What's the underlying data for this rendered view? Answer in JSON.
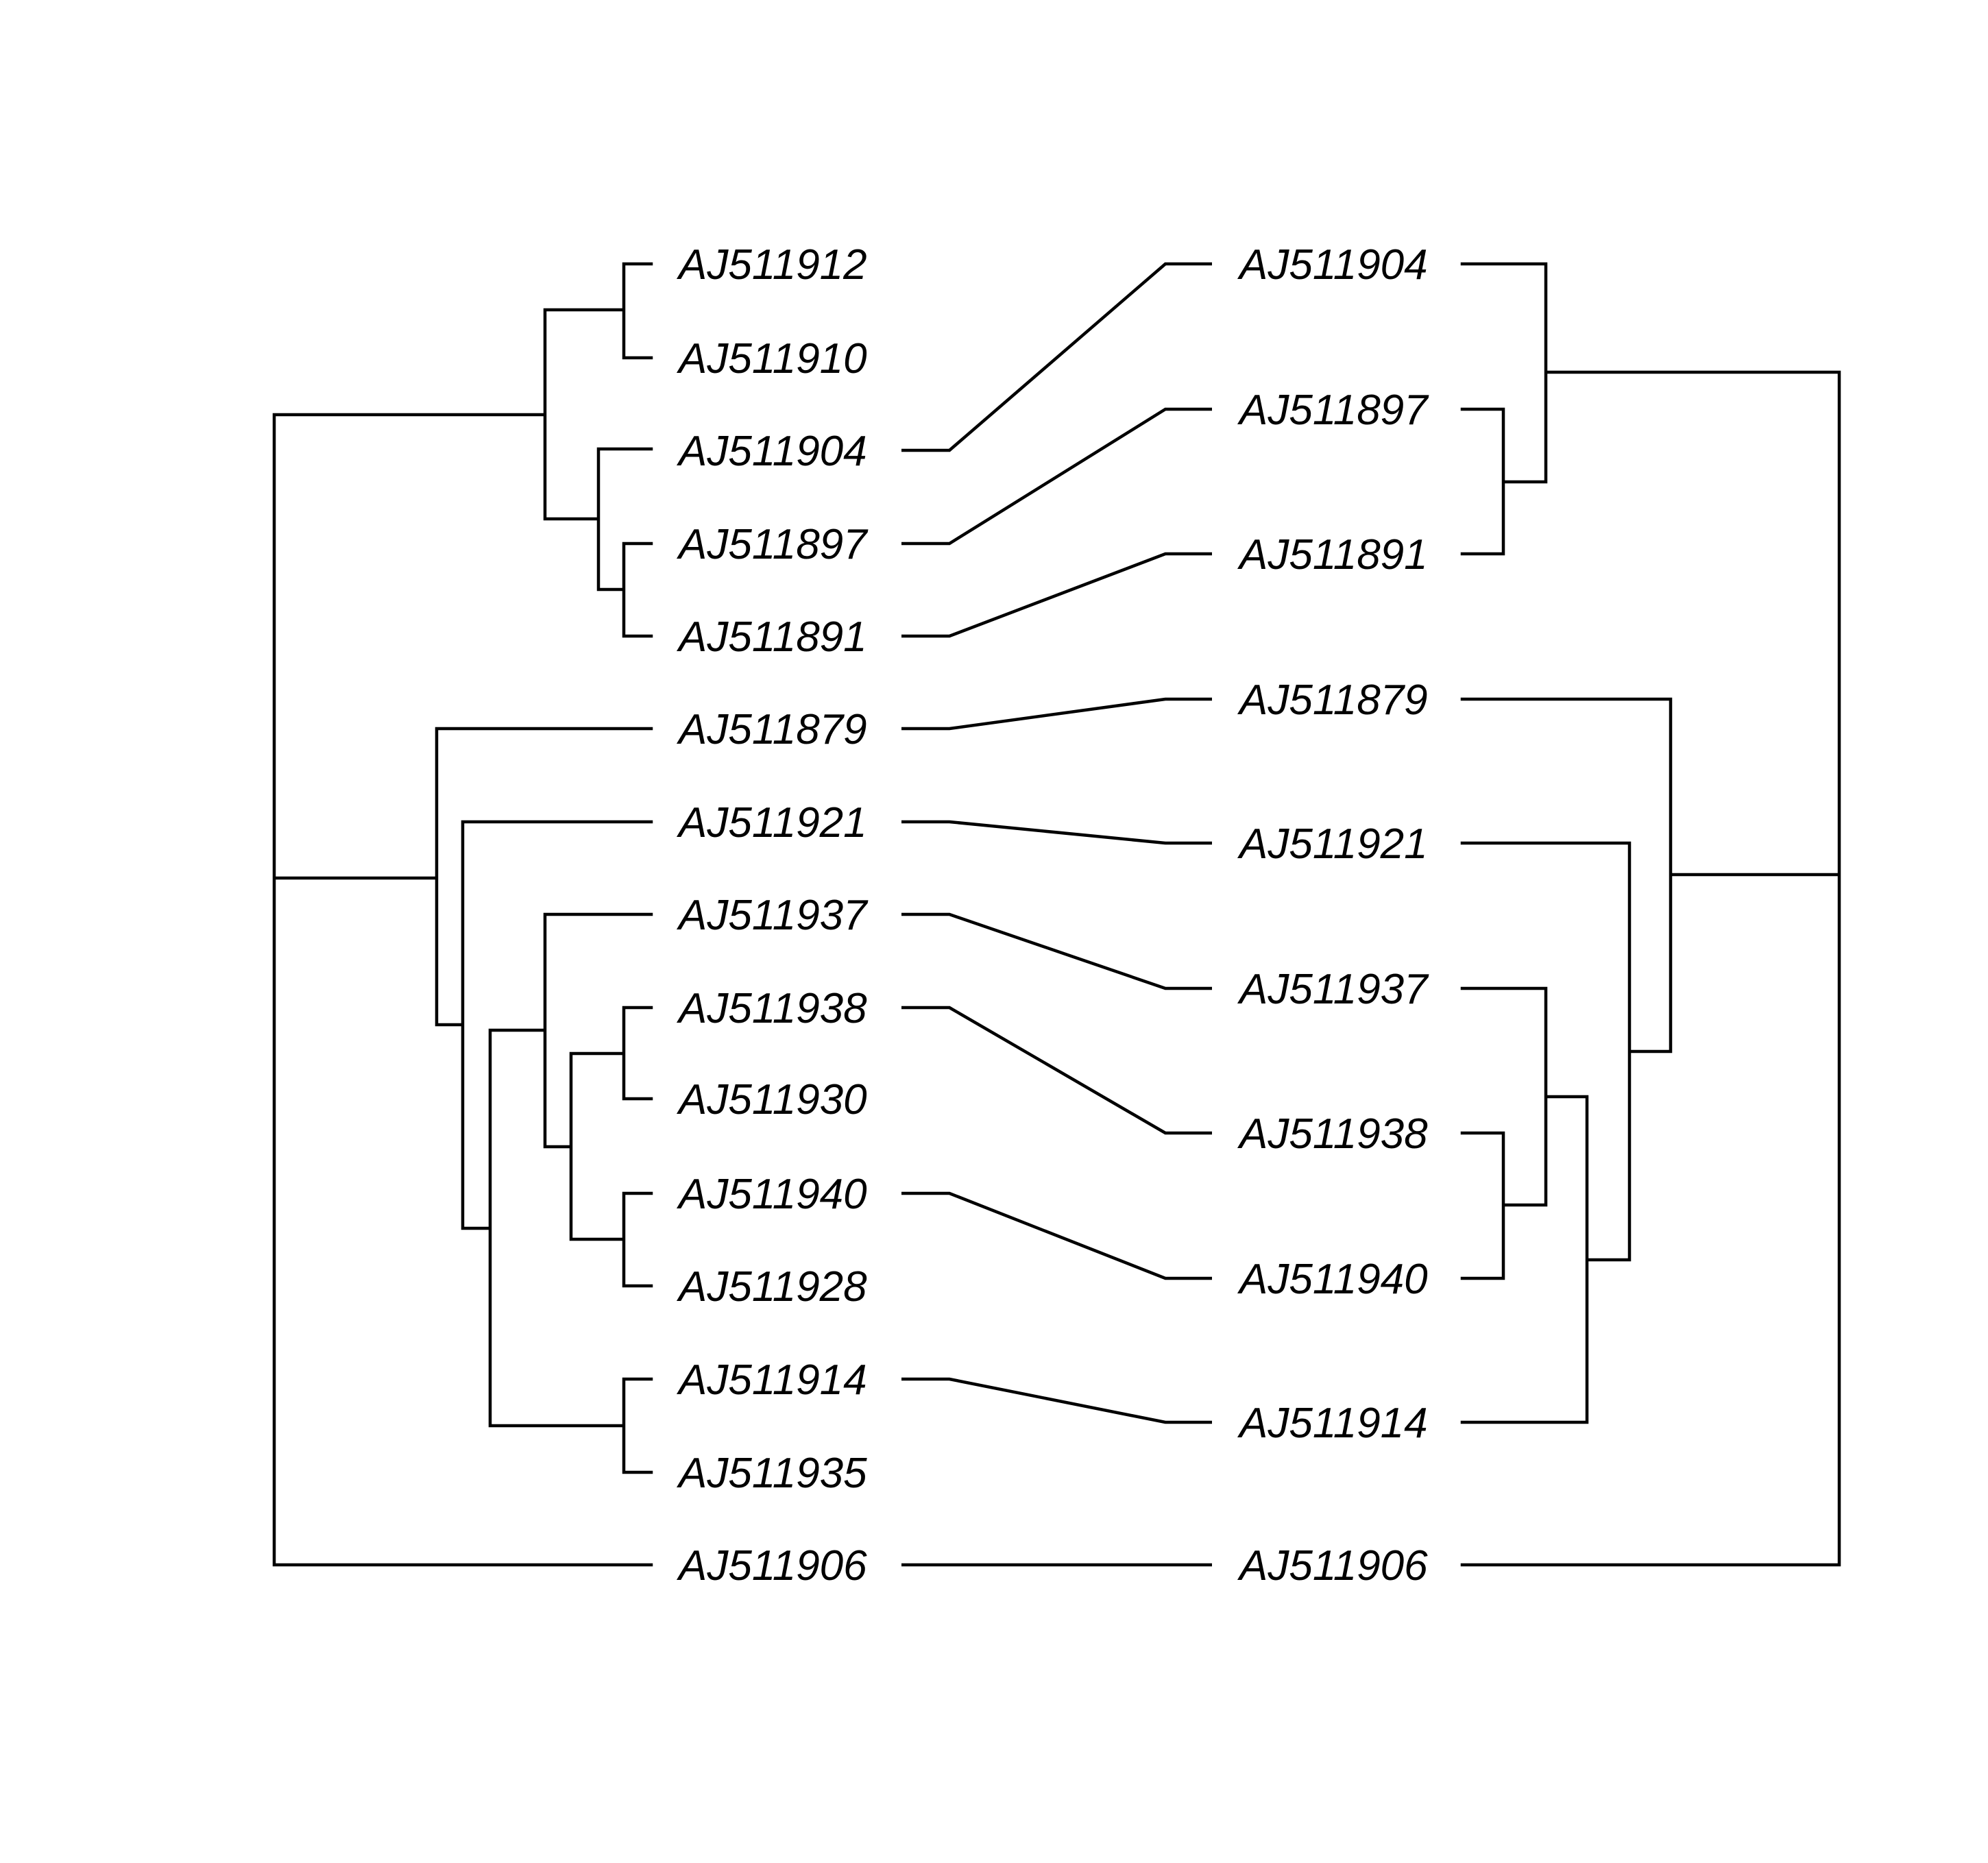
{
  "figure": {
    "type": "tanglegram",
    "colors": {
      "lines": "#000000",
      "background": "#ffffff"
    }
  },
  "left_tree": {
    "tips": [
      "AJ511912",
      "AJ511910",
      "AJ511904",
      "AJ511897",
      "AJ511891",
      "AJ511879",
      "AJ511921",
      "AJ511937",
      "AJ511938",
      "AJ511930",
      "AJ511940",
      "AJ511928",
      "AJ511914",
      "AJ511935",
      "AJ511906"
    ],
    "newick": "((((AJ511912,AJ511910),(AJ511904,(AJ511897,AJ511891))),(AJ511879,(AJ511921,((AJ511937,((AJ511938,AJ511930),(AJ511940,AJ511928))),(AJ511914,AJ511935))))),AJ511906);"
  },
  "right_tree": {
    "tips": [
      "AJ511904",
      "AJ511897",
      "AJ511891",
      "AJ511879",
      "AJ511921",
      "AJ511937",
      "AJ511938",
      "AJ511940",
      "AJ511914",
      "AJ511906"
    ],
    "newick": "(((AJ511904,(AJ511897,AJ511891)),(AJ511879,(AJ511921,((AJ511937,(AJ511938,AJ511940)),AJ511914)))),AJ511906);"
  },
  "connections": [
    [
      "AJ511904",
      "AJ511904"
    ],
    [
      "AJ511897",
      "AJ511897"
    ],
    [
      "AJ511891",
      "AJ511891"
    ],
    [
      "AJ511879",
      "AJ511879"
    ],
    [
      "AJ511921",
      "AJ511921"
    ],
    [
      "AJ511937",
      "AJ511937"
    ],
    [
      "AJ511938",
      "AJ511938"
    ],
    [
      "AJ511940",
      "AJ511940"
    ],
    [
      "AJ511914",
      "AJ511914"
    ],
    [
      "AJ511906",
      "AJ511906"
    ]
  ]
}
